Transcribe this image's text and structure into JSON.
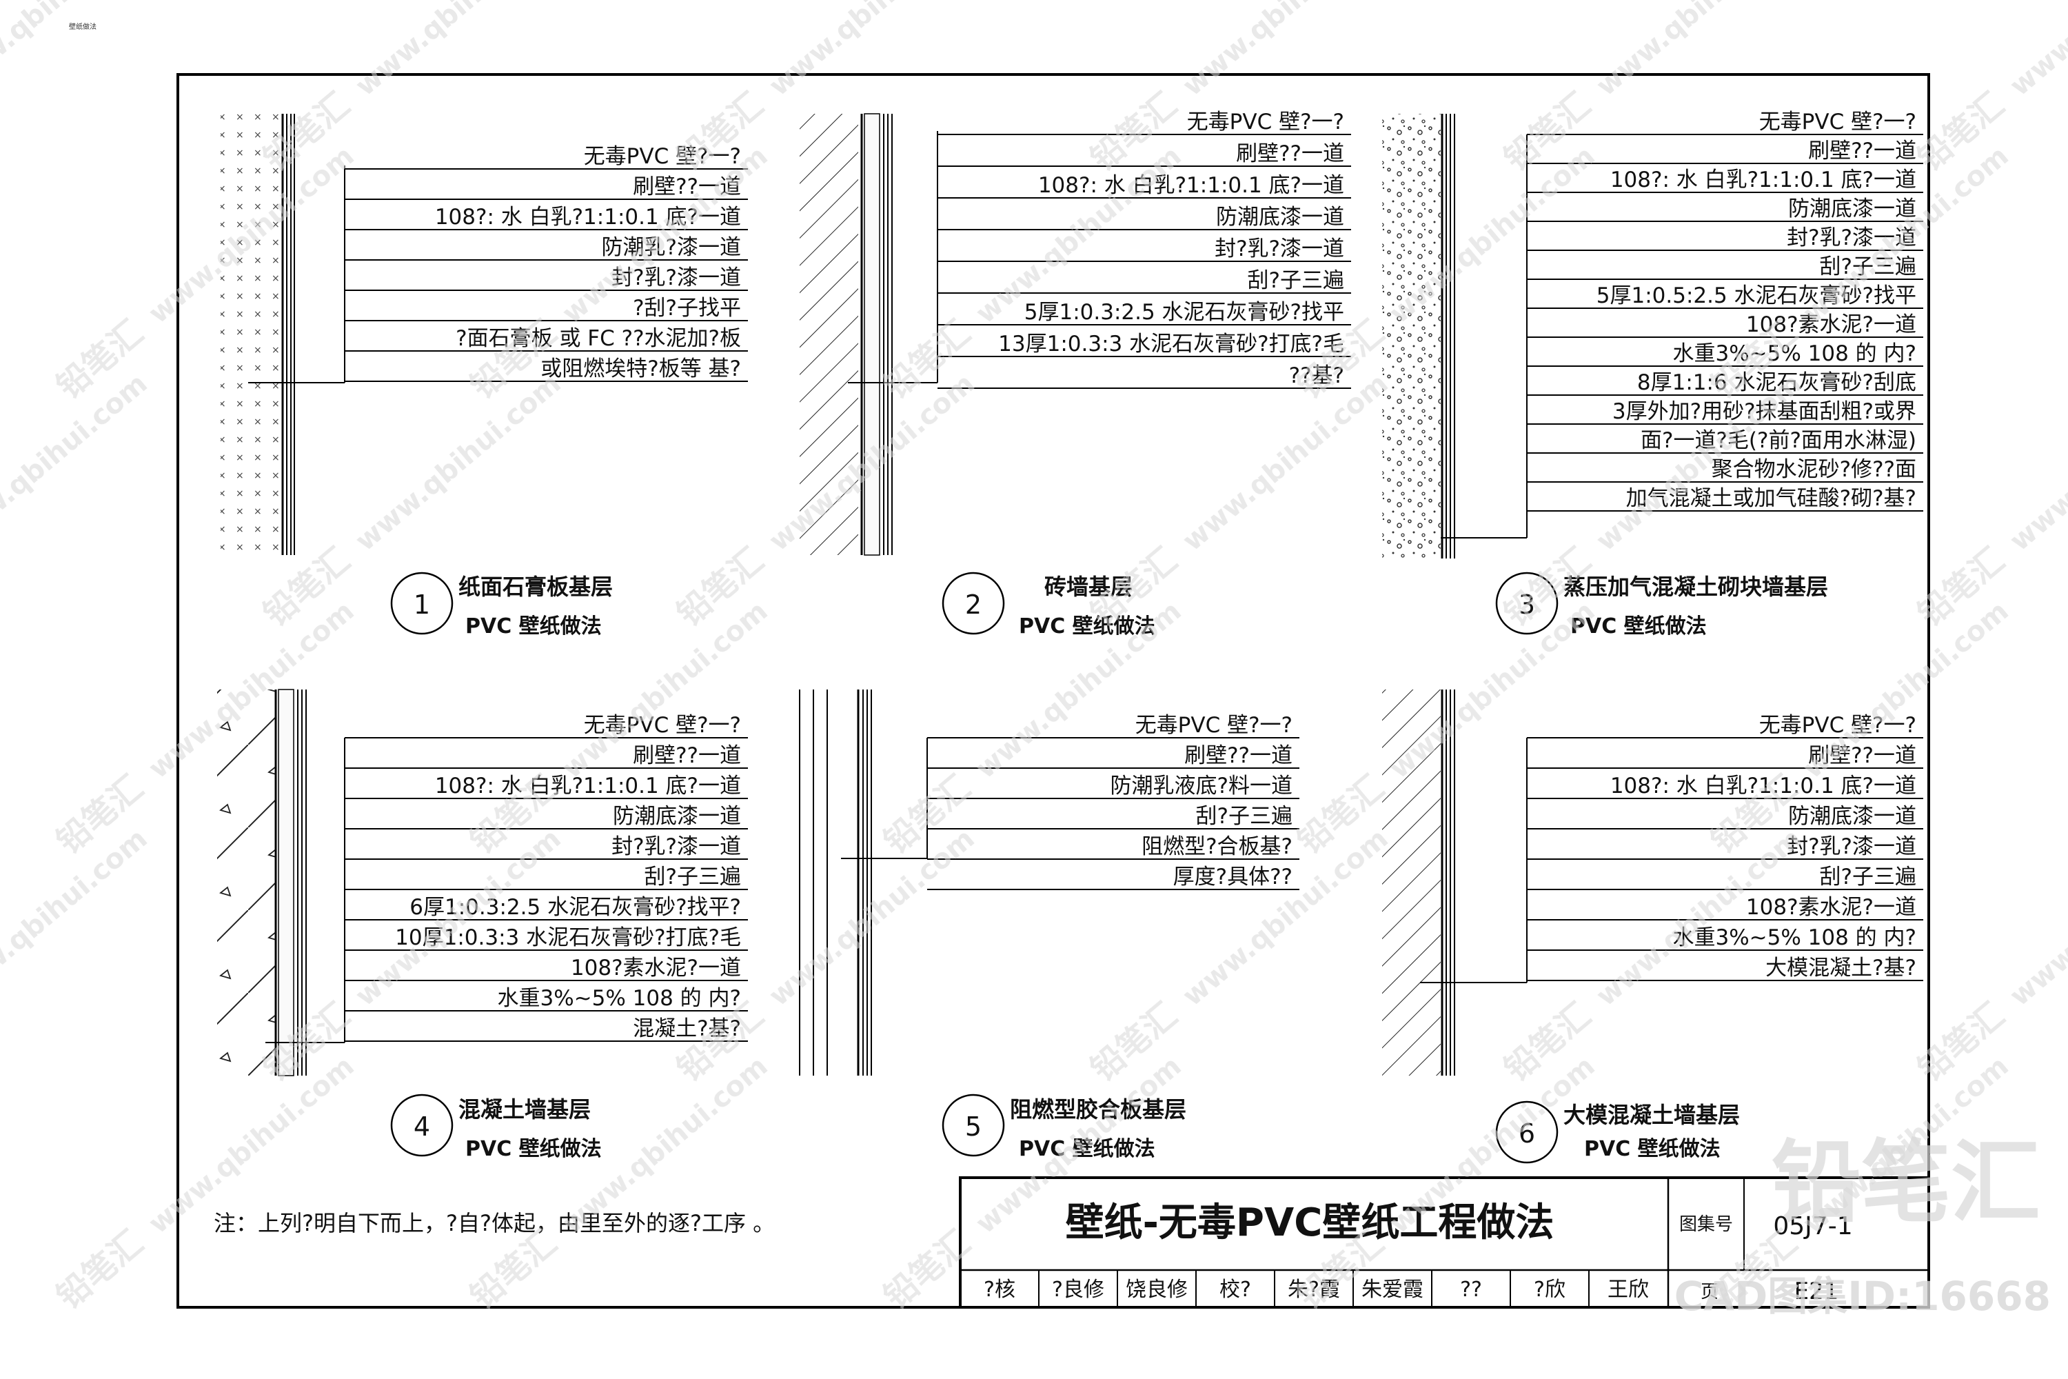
{
  "corner_tag": "壁纸做法",
  "details": [
    {
      "number": "1",
      "title": "纸面石膏板基层",
      "subtitle": "PVC 壁纸做法",
      "layers": [
        "无毒PVC 壁?一?",
        "刷壁??一道",
        "108?: 水 白乳?1:1:0.1 底?一道",
        "防潮乳?漆一道",
        "封?乳?漆一道",
        "?刮?子找平",
        "?面石膏板 或 FC ??水泥加?板",
        "或阻燃埃特?板等 基?"
      ]
    },
    {
      "number": "2",
      "title": "砖墙基层",
      "subtitle": "PVC 壁纸做法",
      "layers": [
        "无毒PVC 壁?一?",
        "刷壁??一道",
        "108?: 水 白乳?1:1:0.1 底?一道",
        "防潮底漆一道",
        "封?乳?漆一道",
        "刮?子三遍",
        "5厚1:0.3:2.5 水泥石灰膏砂?找平",
        "13厚1:0.3:3 水泥石灰膏砂?打底?毛",
        "??基?"
      ]
    },
    {
      "number": "3",
      "title": "蒸压加气混凝土砌块墙基层",
      "subtitle": "PVC 壁纸做法",
      "layers": [
        "无毒PVC 壁?一?",
        "刷壁??一道",
        "108?: 水 白乳?1:1:0.1 底?一道",
        "防潮底漆一道",
        "封?乳?漆一道",
        "刮?子三遍",
        "5厚1:0.5:2.5 水泥石灰膏砂?找平",
        "108?素水泥?一道",
        "水重3%~5% 108 的 内?",
        "8厚1:1:6 水泥石灰膏砂?刮底",
        "3厚外加?用砂?抹基面刮粗?或界",
        "面?一道?毛(?前?面用水淋湿)",
        "聚合物水泥砂?修??面",
        "加气混凝土或加气硅酸?砌?基?"
      ]
    },
    {
      "number": "4",
      "title": "混凝土墙基层",
      "subtitle": "PVC 壁纸做法",
      "layers": [
        "无毒PVC 壁?一?",
        "刷壁??一道",
        "108?: 水 白乳?1:1:0.1 底?一道",
        "防潮底漆一道",
        "封?乳?漆一道",
        "刮?子三遍",
        "6厚1:0.3:2.5 水泥石灰膏砂?找平?",
        "10厚1:0.3:3 水泥石灰膏砂?打底?毛",
        "108?素水泥?一道",
        "水重3%~5% 108 的 内?",
        "混凝土?基?"
      ]
    },
    {
      "number": "5",
      "title": "阻燃型胶合板基层",
      "subtitle": "PVC 壁纸做法",
      "layers": [
        "无毒PVC 壁?一?",
        "刷壁??一道",
        "防潮乳液底?料一道",
        "刮?子三遍",
        "阻燃型?合板基?",
        "厚度?具体??"
      ]
    },
    {
      "number": "6",
      "title": "大模混凝土墙基层",
      "subtitle": "PVC 壁纸做法",
      "layers": [
        "无毒PVC 壁?一?",
        "刷壁??一道",
        "108?: 水 白乳?1:1:0.1 底?一道",
        "防潮底漆一道",
        "封?乳?漆一道",
        "刮?子三遍",
        "108?素水泥?一道",
        "水重3%~5% 108 的 内?",
        "大模混凝土?基?"
      ]
    }
  ],
  "note": "注：上列?明自下而上，?自?体起，由里至外的逐?工序 。",
  "title_block": {
    "title": "壁纸-无毒PVC壁纸工程做法",
    "drawing_no_label": "图集号",
    "drawing_no": "05J7-1",
    "page_label": "页",
    "page_no": "E21",
    "cells": [
      "?核",
      "?良修",
      "饶良修",
      "校?",
      "朱?霞",
      "朱爱霞",
      "??",
      "?欣",
      "王欣"
    ]
  },
  "watermark": {
    "brand": "铅笔汇",
    "url": "www.qbihui.com",
    "id_text": "CAD图集ID:16668"
  }
}
